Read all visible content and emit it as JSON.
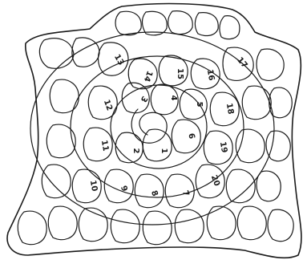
{
  "diagram": {
    "labels": [
      "1",
      "2",
      "3",
      "4",
      "5",
      "6",
      "7",
      "8",
      "9",
      "10",
      "11",
      "12",
      "13",
      "14",
      "15",
      "16",
      "17",
      "18",
      "19",
      "20"
    ]
  }
}
